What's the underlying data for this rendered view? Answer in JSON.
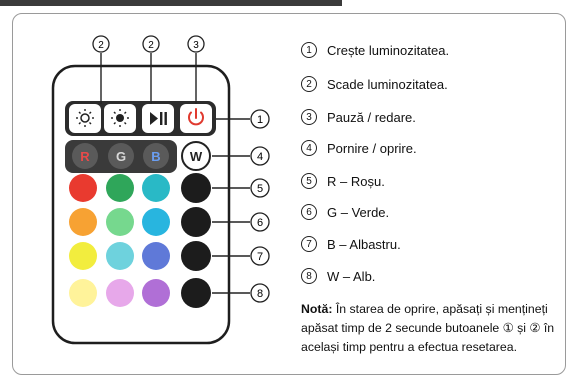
{
  "callout_top": [
    "2",
    "2",
    "3"
  ],
  "callout_side": [
    "1",
    "4",
    "5",
    "6",
    "7",
    "8"
  ],
  "buttons": {
    "row_labels": {
      "r": "R",
      "g": "G",
      "b": "B",
      "w": "W"
    }
  },
  "colors": {
    "grid": [
      [
        "#e93a2f",
        "#2fa65a",
        "#29b9c6"
      ],
      [
        "#f7a233",
        "#76d88e",
        "#28b5df"
      ],
      [
        "#f2ed3e",
        "#6ed2dd",
        "#5f79d8"
      ],
      [
        "#fff39a",
        "#e7a8ea",
        "#b06fd6"
      ]
    ],
    "side": "#1c1c1c"
  },
  "legend": [
    {
      "num": "1",
      "text": "Crește luminozitatea."
    },
    {
      "num": "2",
      "text": "Scade luminozitatea."
    },
    {
      "num": "3",
      "text": "Pauză / redare."
    },
    {
      "num": "4",
      "text": "Pornire / oprire."
    },
    {
      "num": "5",
      "text": "R – Roșu."
    },
    {
      "num": "6",
      "text": "G – Verde."
    },
    {
      "num": "7",
      "text": "B – Albastru."
    },
    {
      "num": "8",
      "text": "W – Alb."
    }
  ],
  "note": {
    "label": "Notă:",
    "text": "În starea de oprire, apăsați și mențineți apăsat timp de 2 secunde butoanele ① și ② în același timp pentru a efectua resetarea."
  }
}
